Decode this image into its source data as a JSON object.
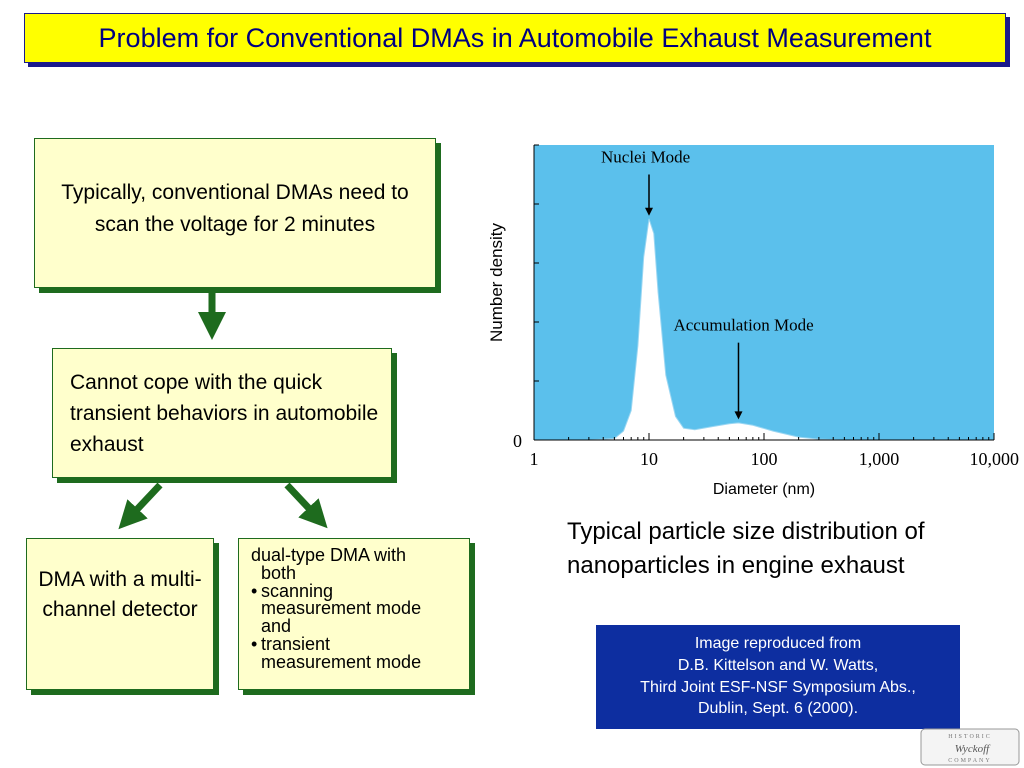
{
  "title": "Problem for Conventional DMAs in Automobile Exhaust Measurement",
  "flow": {
    "box1": "Typically, conventional DMAs need to scan the voltage for 2 minutes",
    "box2": "Cannot cope with the quick transient behaviors in automobile exhaust",
    "box3": "DMA with a multi-channel detector",
    "box4": {
      "head": "dual-type DMA with",
      "head_cont": "both",
      "bullet1": "scanning",
      "bullet1_cont1": "measurement mode",
      "bullet1_cont2": "and",
      "bullet2": "transient",
      "bullet2_cont": "measurement mode"
    }
  },
  "colors": {
    "title_bg": "#ffff00",
    "title_text": "#000080",
    "box_bg": "#ffffcc",
    "box_border": "#1e6b1e",
    "arrow": "#1e6b1e",
    "chart_fill": "#5bc0ec",
    "credit_bg": "#0d2ea0"
  },
  "chart_data": {
    "type": "area",
    "ylabel": "Number density",
    "xlabel": "Diameter (nm)",
    "x_scale": "log",
    "xlim": [
      1,
      10000
    ],
    "xticks": [
      {
        "value": 1,
        "label": "1"
      },
      {
        "value": 10,
        "label": "10"
      },
      {
        "value": 100,
        "label": "100"
      },
      {
        "value": 1000,
        "label": "1,000"
      },
      {
        "value": 10000,
        "label": "10,000"
      }
    ],
    "ylim": [
      0,
      1
    ],
    "yticks": [
      {
        "value": 0,
        "label": "0"
      }
    ],
    "y_minor_ticks": [
      0.2,
      0.4,
      0.6,
      0.8,
      1.0
    ],
    "curve": [
      [
        1,
        0
      ],
      [
        3,
        0
      ],
      [
        5,
        0.005
      ],
      [
        6,
        0.03
      ],
      [
        7,
        0.1
      ],
      [
        8,
        0.32
      ],
      [
        9,
        0.62
      ],
      [
        10,
        0.75
      ],
      [
        11,
        0.7
      ],
      [
        12,
        0.5
      ],
      [
        14,
        0.22
      ],
      [
        17,
        0.08
      ],
      [
        20,
        0.04
      ],
      [
        25,
        0.035
      ],
      [
        35,
        0.045
      ],
      [
        50,
        0.055
      ],
      [
        60,
        0.058
      ],
      [
        80,
        0.05
      ],
      [
        120,
        0.03
      ],
      [
        200,
        0.01
      ],
      [
        300,
        0.003
      ],
      [
        500,
        0
      ],
      [
        10000,
        0
      ]
    ],
    "annotations": [
      {
        "label": "Nuclei Mode",
        "x": 10,
        "y_from": 0.9,
        "y_to": 0.76
      },
      {
        "label": "Accumulation Mode",
        "x": 60,
        "y_from": 0.33,
        "y_to": 0.07
      }
    ]
  },
  "caption": "Typical particle size distribution of nanoparticles in engine exhaust",
  "credit": {
    "line1": "Image reproduced from",
    "line2": "D.B. Kittelson and W. Watts,",
    "line3": "Third Joint ESF-NSF Symposium Abs.,",
    "line4": "Dublin, Sept. 6 (2000)."
  },
  "logo": {
    "text_top": "HISTORIC",
    "brand": "Wyckoff",
    "text_bottom": "COMPANY"
  }
}
